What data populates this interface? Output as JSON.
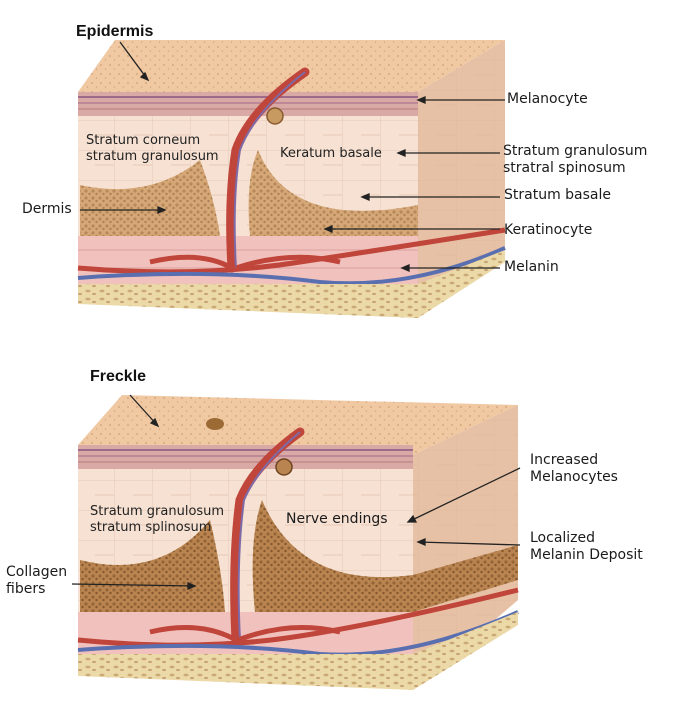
{
  "colors": {
    "skin_top": "#f0c9a3",
    "skin_side": "#f3dcc6",
    "dermis_tissue": "#c89a6a",
    "melanin_deposit": "#8a5a2e",
    "vessel_red": "#c0453a",
    "vessel_blue": "#5a6fb0",
    "fat_layer": "#ecd9a8",
    "pink_band": "#f1c2bd",
    "arrow": "#222222"
  },
  "diagrams": [
    {
      "title": "Epidermis",
      "labels": {
        "melanocyte": "Melanocyte",
        "stratum_granulosum_right": "Stratum granulosum\nstratral spinosum",
        "stratum_basale": "Stratum basale",
        "keratinocyte": "Keratinocyte",
        "melanin": "Melanin",
        "dermis": "Dermis",
        "inner_left": "Stratum corneum\nstratum granulosum",
        "inner_right": "Keratum basale"
      }
    },
    {
      "title": "Freckle",
      "labels": {
        "increased_melanocytes": "Increased\nMelanocytes",
        "localized_melanin": "Localized\nMelanin Deposit",
        "collagen": "Collagen\nfibers",
        "inner_left": "Stratum granulosum\nstratum splinosum",
        "inner_right": "Nerve endings"
      }
    }
  ]
}
